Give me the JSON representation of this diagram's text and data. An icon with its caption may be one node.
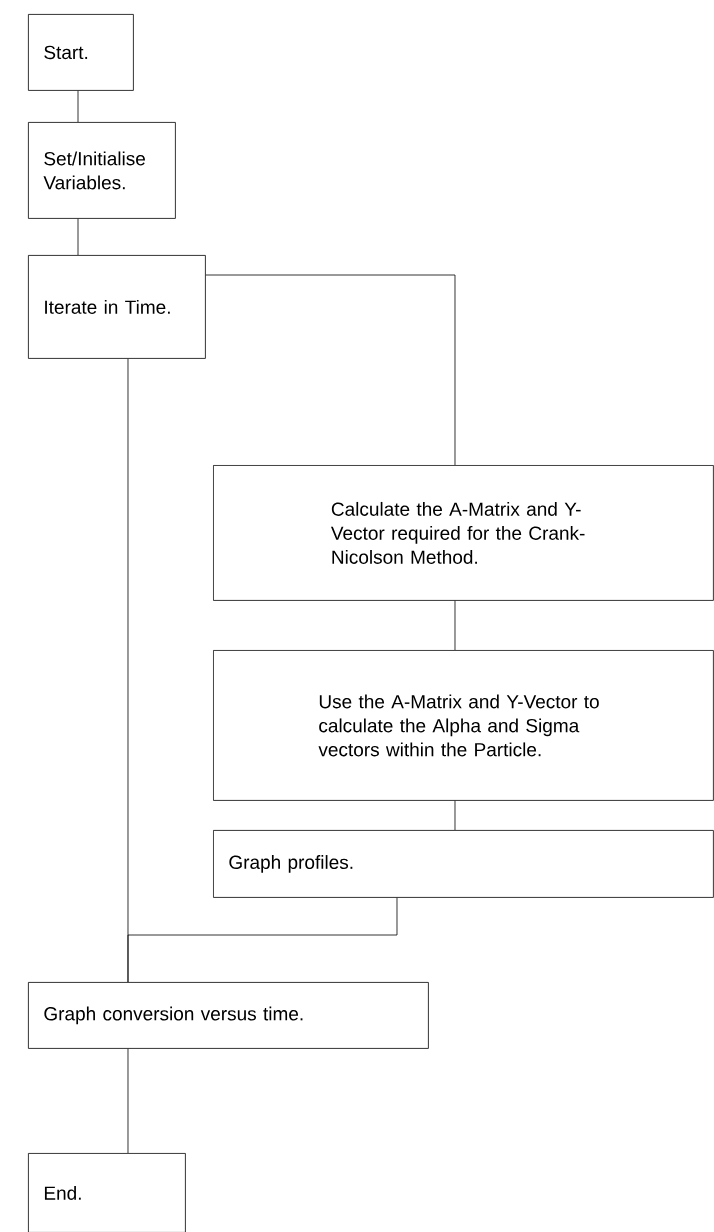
{
  "diagram": {
    "nodes": [
      {
        "text": [
          "Start."
        ]
      },
      {
        "text": [
          "Set/Initialise Variables."
        ]
      },
      {
        "text": [
          "Iterate in Time."
        ]
      },
      {
        "text": [
          "Calculate the A-Matrix and Y-Vector required for the Crank-Nicolson Method."
        ]
      },
      {
        "text": [
          "Use the A-Matrix and Y-Vector to calculate the Alpha and Sigma vectors within the Particle."
        ]
      },
      {
        "text": [
          "Graph profiles."
        ]
      },
      {
        "text": [
          "Graph conversion versus time."
        ]
      },
      {
        "text": [
          "End."
        ]
      }
    ],
    "edges": [
      {
        "from": 0,
        "to": 1,
        "arrow": "none"
      },
      {
        "from": 1,
        "to": 2,
        "arrow": "none"
      },
      {
        "from": 2,
        "to": 3,
        "arrow": "none"
      },
      {
        "from": 3,
        "to": 4,
        "arrow": "none"
      },
      {
        "from": 4,
        "to": 5,
        "arrow": "none"
      },
      {
        "from": 5,
        "to": 6,
        "arrow": "none"
      },
      {
        "from": 2,
        "to": 6,
        "arrow": "none"
      },
      {
        "from": 6,
        "to": 7,
        "arrow": "none"
      }
    ]
  }
}
